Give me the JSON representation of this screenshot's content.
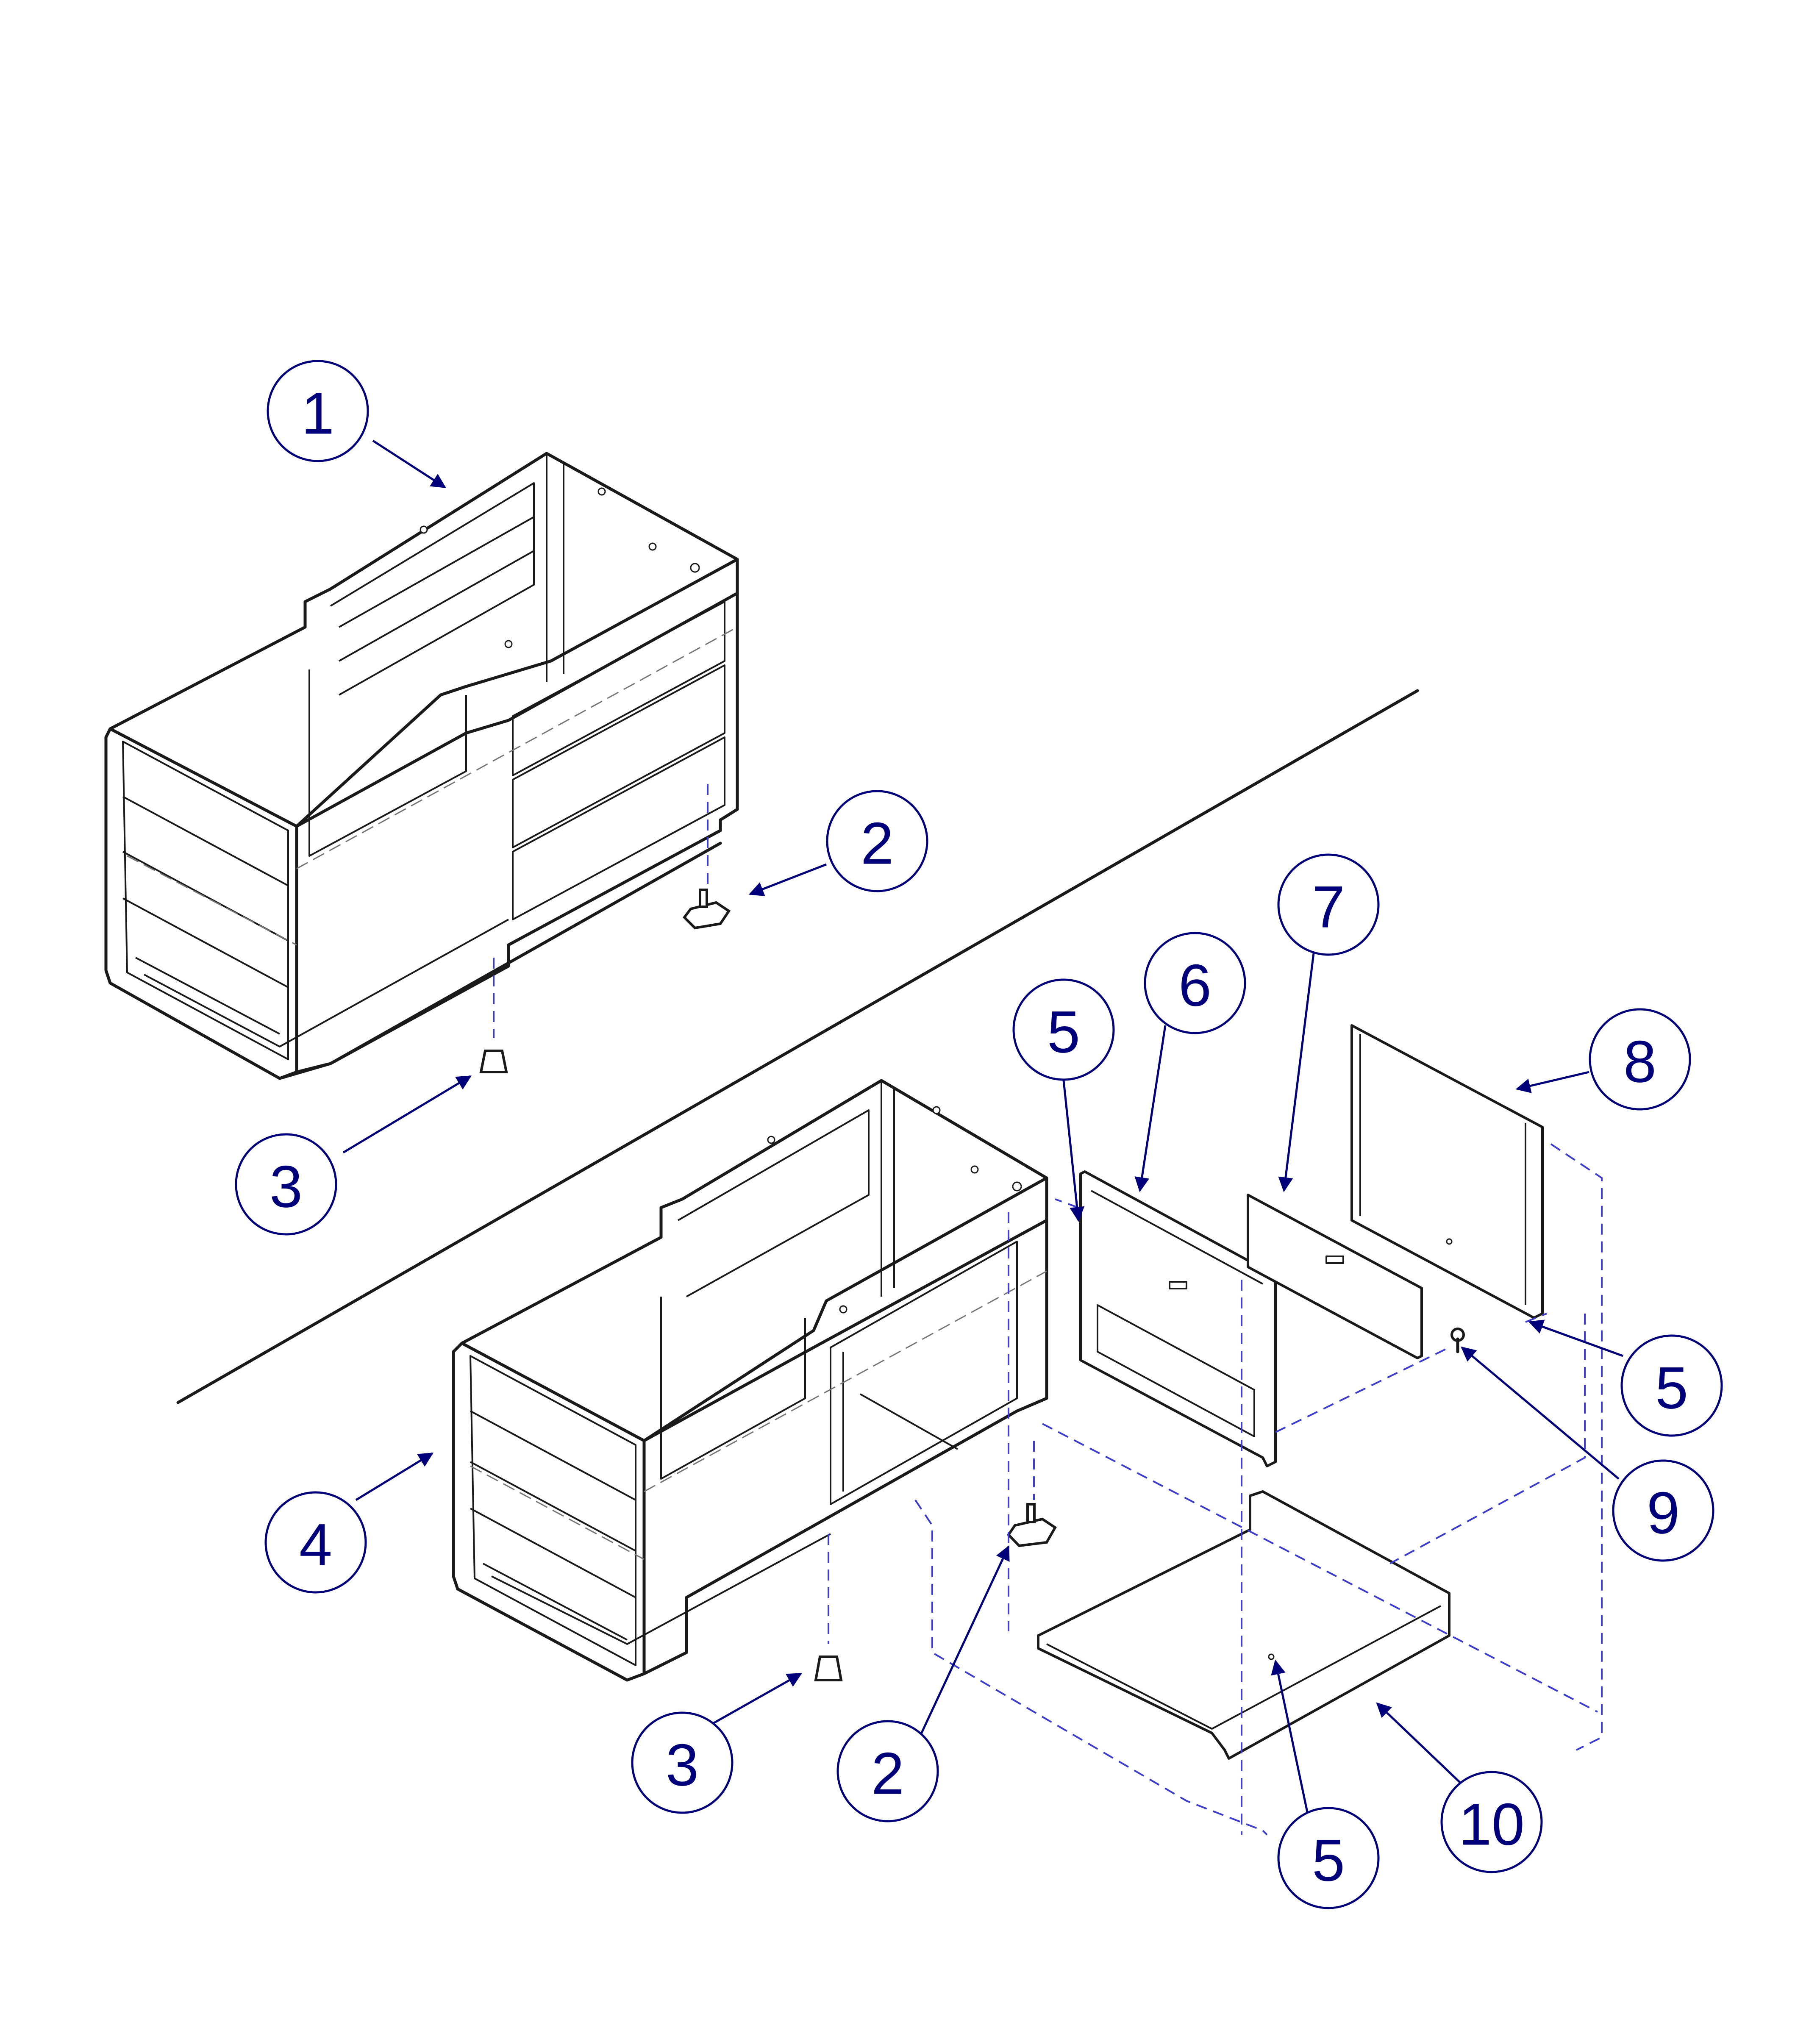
{
  "callouts": [
    {
      "id": "c1",
      "label": "1"
    },
    {
      "id": "c2a",
      "label": "2"
    },
    {
      "id": "c3a",
      "label": "3"
    },
    {
      "id": "c5a",
      "label": "5"
    },
    {
      "id": "c6",
      "label": "6"
    },
    {
      "id": "c7",
      "label": "7"
    },
    {
      "id": "c8",
      "label": "8"
    },
    {
      "id": "c5b",
      "label": "5"
    },
    {
      "id": "c9",
      "label": "9"
    },
    {
      "id": "c4",
      "label": "4"
    },
    {
      "id": "c3b",
      "label": "3"
    },
    {
      "id": "c2b",
      "label": "2"
    },
    {
      "id": "c5c",
      "label": "5"
    },
    {
      "id": "c10",
      "label": "10"
    }
  ],
  "colors": {
    "callout": "#00007a",
    "line": "#1a1a1a",
    "assembly_path": "#3c3ccf"
  }
}
